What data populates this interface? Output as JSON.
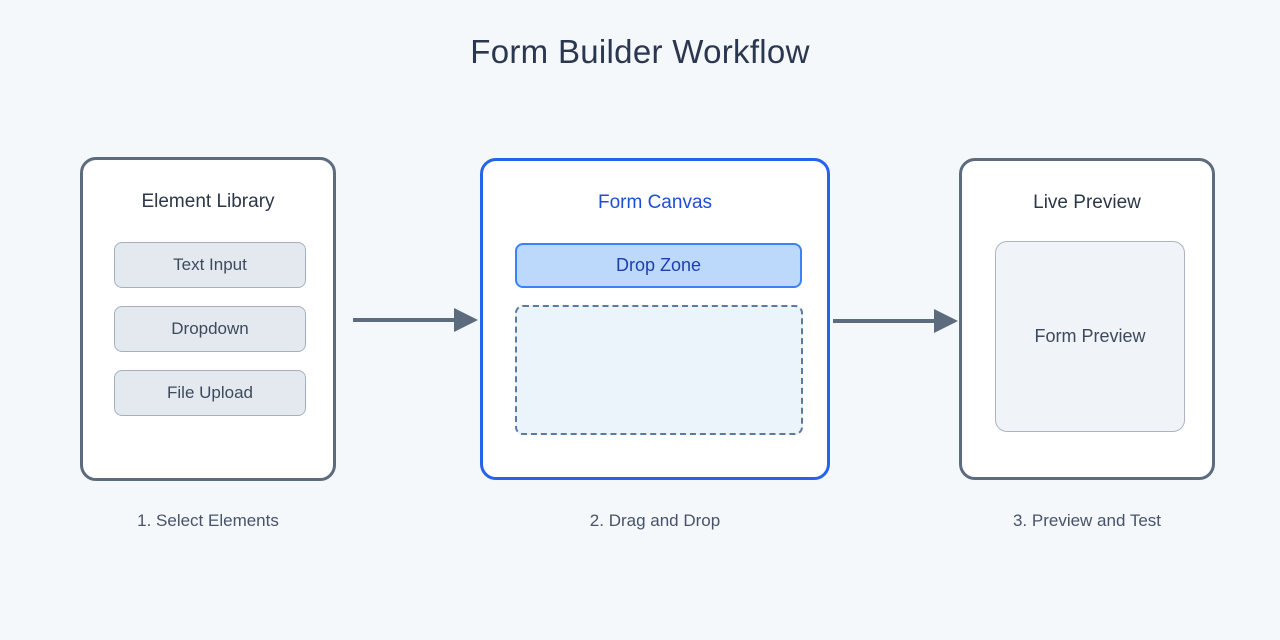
{
  "title": "Form Builder Workflow",
  "panels": {
    "library": {
      "title": "Element Library",
      "items": [
        {
          "label": "Text Input"
        },
        {
          "label": "Dropdown"
        },
        {
          "label": "File Upload"
        }
      ],
      "caption": "1. Select Elements"
    },
    "canvas": {
      "title": "Form Canvas",
      "drop_zone_label": "Drop Zone",
      "caption": "2. Drag and Drop"
    },
    "preview": {
      "title": "Live Preview",
      "preview_label": "Form Preview",
      "caption": "3. Preview and Test"
    }
  },
  "colors": {
    "page_background": "#f5f8fb",
    "panel_border_neutral": "#5d6b7e",
    "panel_border_active": "#2563eb",
    "title_text": "#2b3750",
    "canvas_title_text": "#1d4ed8",
    "library_button_fill": "#e4e9ef",
    "library_button_border": "#a6b0bd",
    "drop_zone_fill": "#bcd9fb",
    "drop_zone_border": "#3b82f6",
    "drop_zone_text": "#1e40af",
    "dashed_zone_fill": "#ebf3fb",
    "dashed_zone_border": "#5b7aa2",
    "preview_box_fill": "#f0f3f8",
    "preview_box_border": "#abb4c2",
    "arrow": "#5d6b7e"
  }
}
